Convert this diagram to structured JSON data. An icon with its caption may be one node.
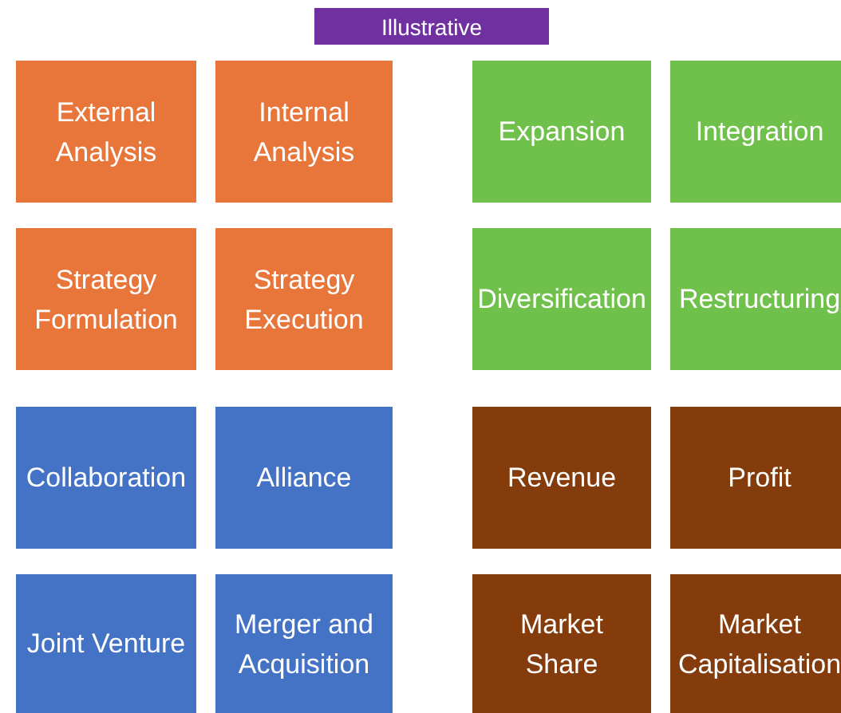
{
  "diagram": {
    "nodes": [
      {
        "text": [
          "Illustrative"
        ]
      },
      {
        "text": [
          "External Analysis"
        ]
      },
      {
        "text": [
          "Internal Analysis"
        ]
      },
      {
        "text": [
          "Expansion"
        ]
      },
      {
        "text": [
          "Integration"
        ]
      },
      {
        "text": [
          "Strategy Formulation"
        ]
      },
      {
        "text": [
          "Strategy Execution"
        ]
      },
      {
        "text": [
          "Diversification"
        ]
      },
      {
        "text": [
          "Restructuring"
        ]
      },
      {
        "text": [
          "Collaboration"
        ]
      },
      {
        "text": [
          "Alliance"
        ]
      },
      {
        "text": [
          "Revenue"
        ]
      },
      {
        "text": [
          "Profit"
        ]
      },
      {
        "text": [
          "Joint Venture"
        ]
      },
      {
        "text": [
          "Merger and Acquisition"
        ]
      },
      {
        "text": [
          "Market Share"
        ]
      },
      {
        "text": [
          "Market Capitalisation"
        ]
      }
    ]
  }
}
